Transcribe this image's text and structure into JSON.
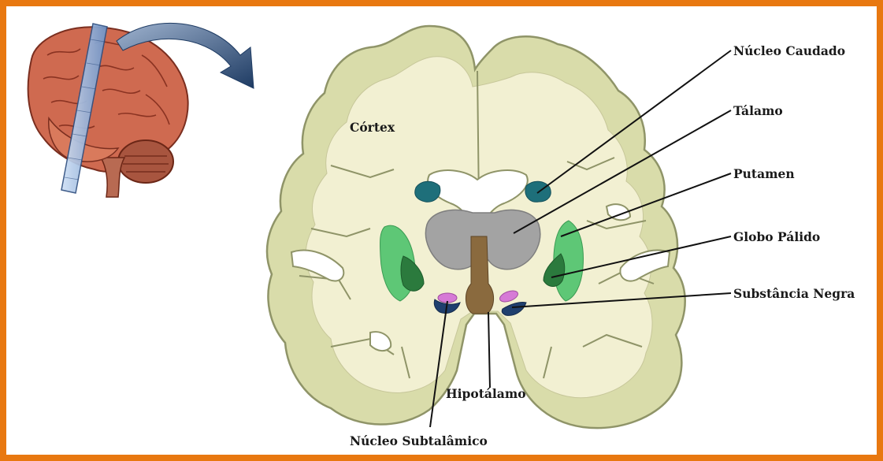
{
  "labels": {
    "cortex": "Córtex",
    "caudate": "Núcleo Caudado",
    "thalamus": "Tálamo",
    "putamen": "Putamen",
    "globus_pallidus": "Globo Pálido",
    "substantia_nigra": "Substância Negra",
    "hypothalamus": "Hipotálamo",
    "subthalamic": "Núcleo Subtalâmico"
  },
  "colors": {
    "frame": "#e87810",
    "white_matter": "#f2f0d2",
    "gray_matter": "#d9dcaa",
    "outline": "#8f9468",
    "caudate": "#1e6f7a",
    "thalamus": "#a3a3a3",
    "putamen": "#5ec776",
    "globus_pallidus": "#2b7a3d",
    "hypothalamus": "#8a6a3e",
    "substantia_nigra": "#1f3f6e",
    "subthalamic": "#d67ad6",
    "arrow": "#1e3b63",
    "brain": "#cf6a50"
  }
}
